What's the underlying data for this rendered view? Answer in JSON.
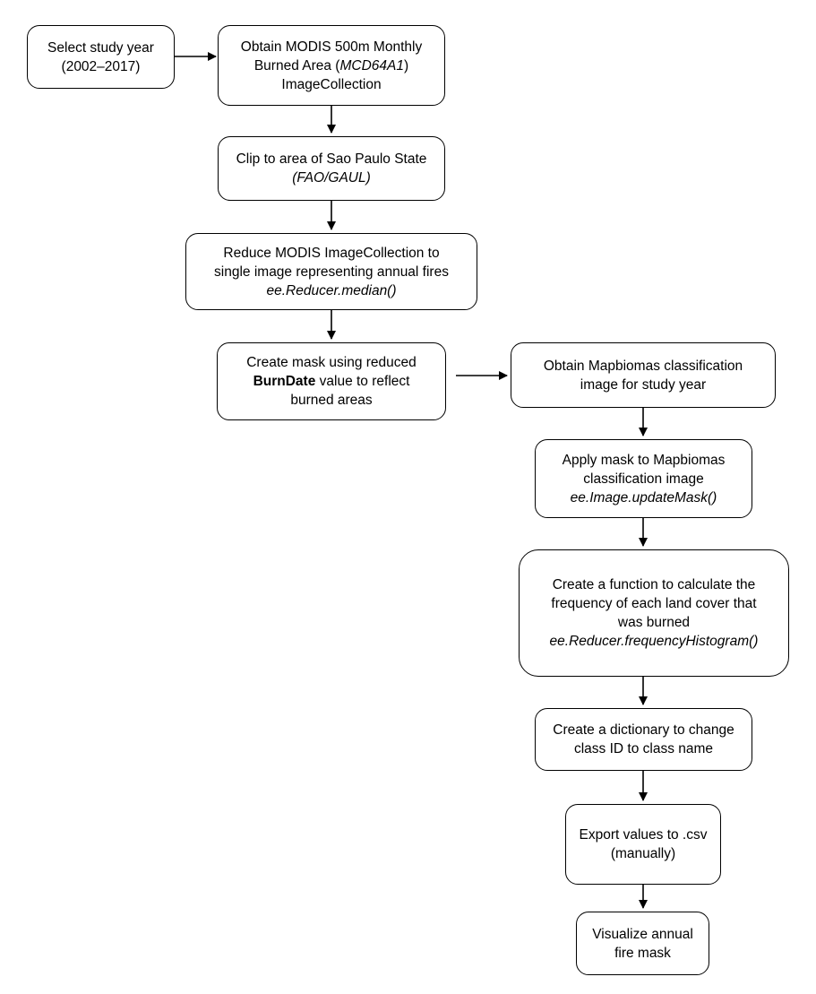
{
  "steps": {
    "select_year": {
      "line1": "Select study year",
      "line2": "(2002–2017)"
    },
    "obtain_modis": {
      "line1": "Obtain MODIS 500m Monthly",
      "line2_pre": "Burned Area (",
      "line2_it": "MCD64A1",
      "line2_post": ")",
      "line3": "ImageCollection"
    },
    "clip": {
      "line1": "Clip to area of Sao Paulo State",
      "line2": "(FAO/GAUL)"
    },
    "reduce": {
      "line1": "Reduce MODIS ImageCollection to",
      "line2": "single image representing annual fires",
      "line3": "ee.Reducer.median()"
    },
    "create_mask": {
      "line1": "Create mask using reduced",
      "line2_bold": "BurnDate",
      "line2_rest": " value to reflect",
      "line3": "burned areas"
    },
    "obtain_mapbiomas": {
      "line1": "Obtain Mapbiomas classification",
      "line2": "image for study year"
    },
    "apply_mask": {
      "line1": "Apply mask to Mapbiomas",
      "line2": "classification image",
      "line3": "ee.Image.updateMask()"
    },
    "frequency_function": {
      "line1": "Create a function to calculate the",
      "line2": "frequency of each land cover that",
      "line3": "was burned",
      "line4": "ee.Reducer.frequencyHistogram()"
    },
    "dictionary": {
      "line1": "Create a dictionary to change",
      "line2": "class ID to class name"
    },
    "export": {
      "line1": "Export values to .csv",
      "line2": "(manually)"
    },
    "visualize": {
      "line1": "Visualize annual",
      "line2": "fire mask"
    }
  }
}
